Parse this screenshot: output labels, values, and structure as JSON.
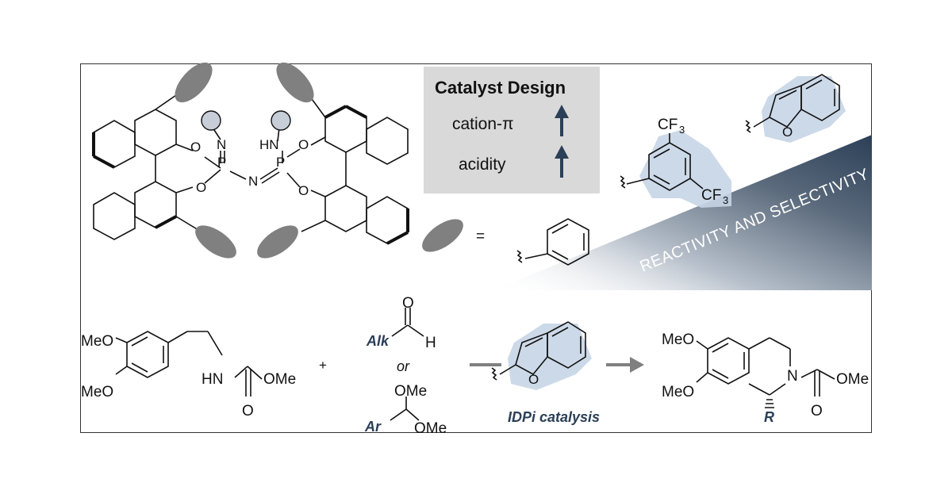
{
  "catalyst_box": {
    "title": "Catalyst Design",
    "row1": "cation-π",
    "row2": "acidity"
  },
  "banner": {
    "text": "Reactivity and Selectivity"
  },
  "equals": "=",
  "substituent": {
    "cf3_top": "CF",
    "cf3_bottom": "CF",
    "sub3": "3"
  },
  "catalyst_atoms": {
    "o1": "O",
    "o2": "O",
    "o3": "O",
    "o4": "O",
    "p1": "P",
    "p2": "P",
    "n1": "N",
    "n2": "N",
    "hn": "HN"
  },
  "reaction": {
    "sm_meo1": "MeO",
    "sm_meo2": "MeO",
    "sm_hn": "HN",
    "sm_ome": "OMe",
    "sm_o": "O",
    "plus": "+",
    "aldehyde_o": "O",
    "aldehyde_h": "H",
    "alk": "Alk",
    "or": "or",
    "acetal_ome1": "OMe",
    "acetal_ome2": "OMe",
    "ar": "Ar",
    "catalysis": "IDPi catalysis",
    "furan_o": "O",
    "top_furan_o": "O",
    "prod_meo1": "MeO",
    "prod_meo2": "MeO",
    "prod_n": "N",
    "prod_ome": "OMe",
    "prod_o": "O",
    "prod_r": "R"
  },
  "colors": {
    "highlight": "#c7d5e6",
    "box": "#d9d9d9",
    "ellipse": "#808080",
    "navy": "#2b3f57",
    "banner_dark": "#2b3f57"
  }
}
